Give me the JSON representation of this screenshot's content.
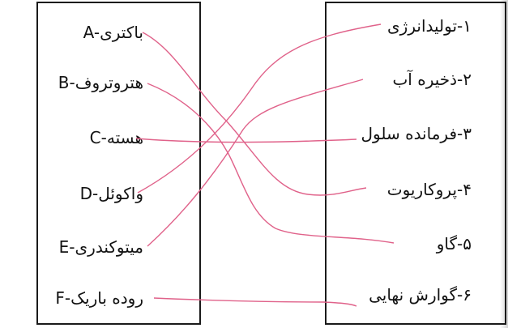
{
  "left_column": {
    "items": [
      {
        "text": "A-باکتری"
      },
      {
        "text": "B-هتروتروف"
      },
      {
        "text": "C-هسته"
      },
      {
        "text": "D-واکوئل"
      },
      {
        "text": "E-میتوکندری"
      },
      {
        "text": "F-روده باریک"
      }
    ]
  },
  "right_column": {
    "items": [
      {
        "text": "۱-تولیدانرژی"
      },
      {
        "text": "۲-ذخیره آب"
      },
      {
        "text": "۳-فرمانده سلول"
      },
      {
        "text": "۴-پروکاریوت"
      },
      {
        "text": "۵-گاو"
      },
      {
        "text": "۶-گوارش نهایی"
      }
    ]
  },
  "matches": [
    {
      "left": "A",
      "right": "۴"
    },
    {
      "left": "B",
      "right": "۵"
    },
    {
      "left": "C",
      "right": "۳"
    },
    {
      "left": "D",
      "right": "۱"
    },
    {
      "left": "E",
      "right": "۲"
    },
    {
      "left": "F",
      "right": "۶"
    }
  ],
  "colors": {
    "ink": "#121212",
    "pen": "#e0628a",
    "border": "#1a1a1a"
  }
}
